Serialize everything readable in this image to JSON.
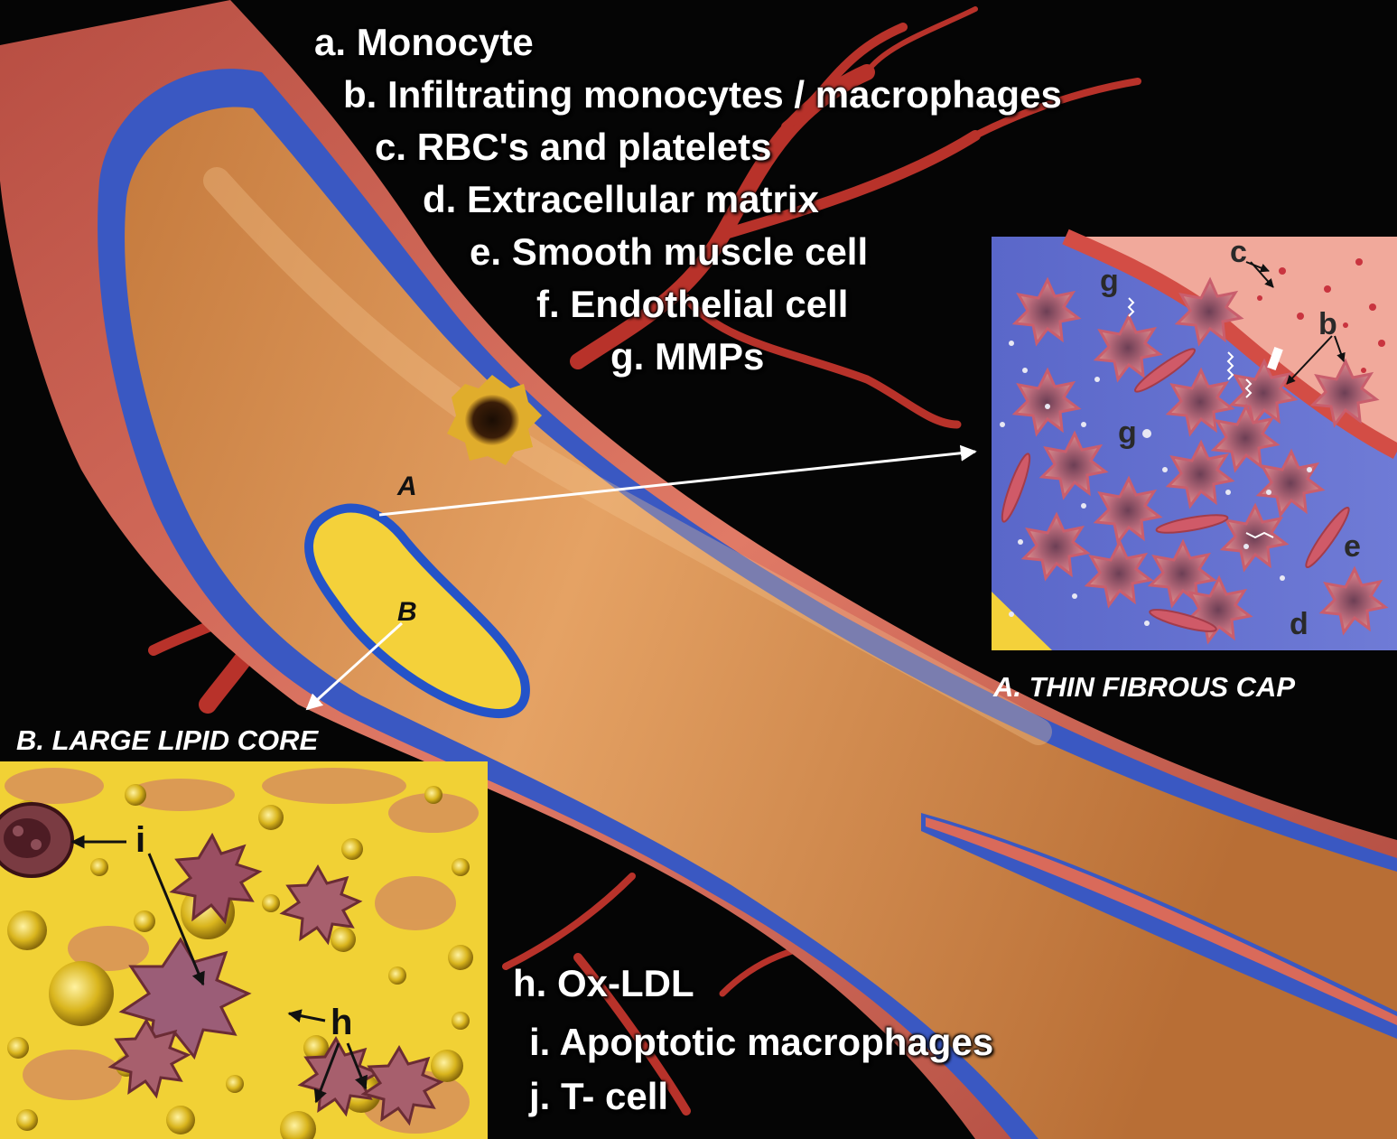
{
  "legend_top": [
    "a. Monocyte",
    "b. Infiltrating monocytes / macrophages",
    "c. RBC's and platelets",
    "d. Extracellular matrix",
    "e. Smooth muscle cell",
    "f. Endothelial cell",
    "g. MMPs"
  ],
  "legend_bottom": [
    "h. Ox-LDL",
    "i. Apoptotic macrophages",
    "j. T- cell"
  ],
  "captions": {
    "fibrous_cap": "A. THIN FIBROUS CAP",
    "lipid_core": "B. LARGE LIPID CORE"
  },
  "markers": {
    "A": "A",
    "B": "B"
  },
  "inset_a_letters": {
    "c": "c",
    "b": "b",
    "g1": "g",
    "g2": "g",
    "e": "e",
    "d": "d"
  },
  "inset_b_letters": {
    "i": "i",
    "h": "h"
  },
  "colors": {
    "background": "#050505",
    "vessel_wall": "#d96a5a",
    "intima": "#4b62c4",
    "lumen": "#d9894a",
    "lipid": "#f4d13a",
    "text": "#ffffff"
  }
}
